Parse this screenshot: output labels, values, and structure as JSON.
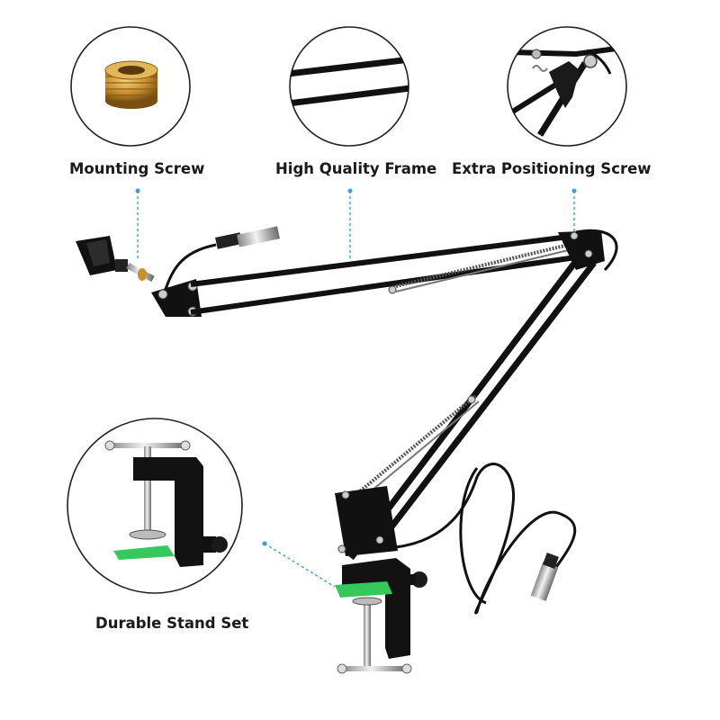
{
  "features": [
    {
      "label": "Mounting Screw",
      "icon": "brass-thread-adapter"
    },
    {
      "label": "High Quality Frame",
      "icon": "frame-bars-closeup"
    },
    {
      "label": "Extra Positioning Screw",
      "icon": "positioning-knob-closeup"
    },
    {
      "label": "Durable Stand Set",
      "icon": "table-clamp-closeup"
    }
  ],
  "colors": {
    "leader_line": "#3aa0d8",
    "arm": "#111111",
    "clamp_pad": "#35c85a",
    "brass": "#c8902e",
    "circle_border": "#222222"
  }
}
